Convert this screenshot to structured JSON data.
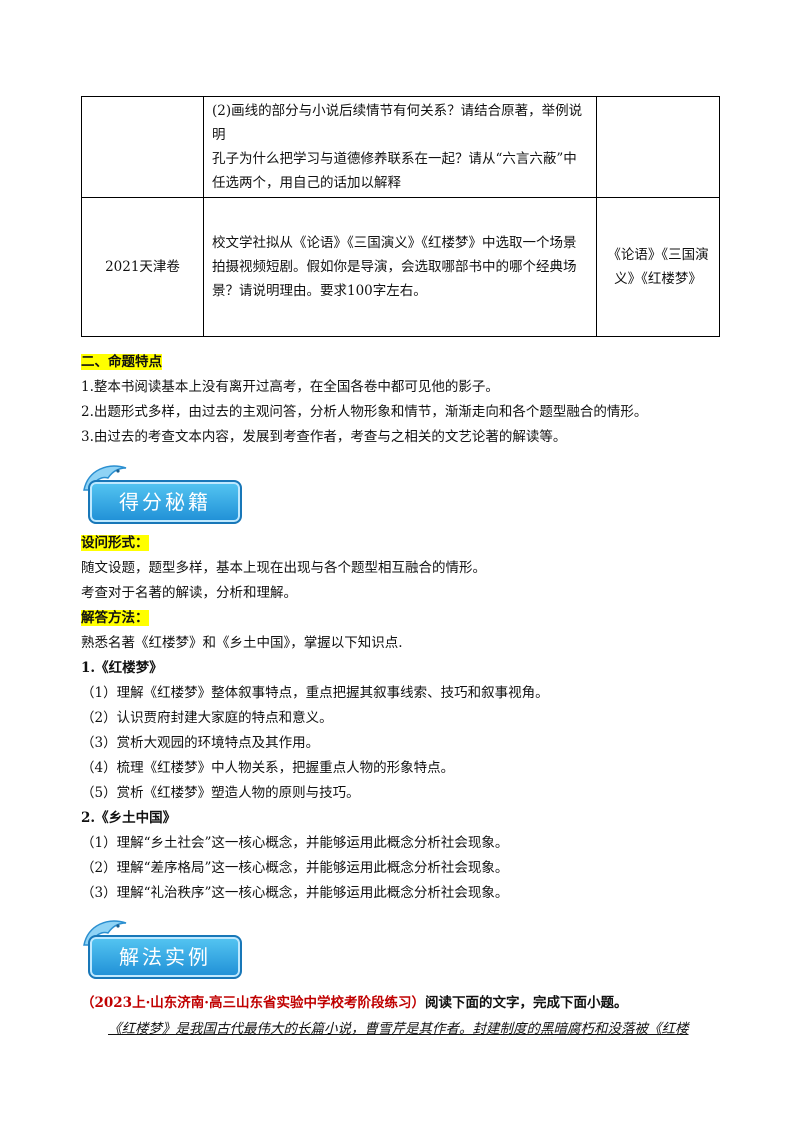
{
  "table": {
    "rows": [
      {
        "year": "",
        "question_lines": [
          "(2)画线的部分与小说后续情节有何关系？请结合原著，举例说明",
          "孔子为什么把学习与道德修养联系在一起？请从“六言六蔽”中任选两个，用自己的话加以解释"
        ],
        "book": ""
      },
      {
        "year": "2021天津卷",
        "question_lines": [
          "校文学社拟从《论语》《三国演义》《红楼梦》中选取一个场景拍摄视频短剧。假如你是导演，会选取哪部书中的哪个经典场景？请说明理由。要求100字左右。"
        ],
        "book": "《论语》《三国演义》《红楼梦》"
      }
    ]
  },
  "section2": {
    "heading": "二、命题特点",
    "points": [
      "1.整本书阅读基本上没有离开过高考，在全国各卷中都可见他的影子。",
      "2.出题形式多样，由过去的主观问答，分析人物形象和情节，渐渐走向和各个题型融合的情形。",
      "3.由过去的考查文本内容，发展到考查作者，考查与之相关的文艺论著的解读等。"
    ]
  },
  "banner1": {
    "label": "得分秘籍"
  },
  "tips": {
    "form_heading": "设问形式：",
    "form_lines": [
      "随文设题，题型多样，基本上现在出现与各个题型相互融合的情形。",
      "考查对于名著的解读，分析和理解。"
    ],
    "method_heading": "解答方法：",
    "method_intro": "熟悉名著《红楼梦》和《乡土中国》，掌握以下知识点.",
    "hlm_heading": "1.《红楼梦》",
    "hlm_items": [
      "（1）理解《红楼梦》整体叙事特点，重点把握其叙事线索、技巧和叙事视角。",
      "（2）认识贾府封建大家庭的特点和意义。",
      "（3）赏析大观园的环境特点及其作用。",
      "（4）梳理《红楼梦》中人物关系，把握重点人物的形象特点。",
      "（5）赏析《红楼梦》塑造人物的原则与技巧。"
    ],
    "xtzg_heading": "2.《乡土中国》",
    "xtzg_items": [
      "（1）理解“乡土社会”这一核心概念，并能够运用此概念分析社会现象。",
      "（2）理解“差序格局”这一核心概念，并能够运用此概念分析社会现象。",
      "（3）理解“礼治秩序”这一核心概念，并能够运用此概念分析社会现象。"
    ]
  },
  "banner2": {
    "label": "解法实例"
  },
  "example": {
    "source": "（2023上·山东济南·高三山东省实验中学校考阶段练习）",
    "instruction": "阅读下面的文字，完成下面小题。",
    "passage": "《红楼梦》是我国古代最伟大的长篇小说，曹雪芹是其作者。封建制度的黑暗腐朽和没落被《红楼"
  },
  "colors": {
    "highlight": "#ffff00",
    "source_red": "#c00000",
    "banner_blue": "#1f8fd6"
  }
}
